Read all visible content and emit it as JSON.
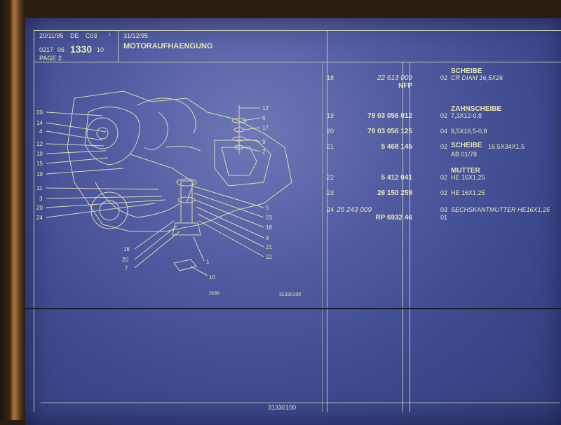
{
  "header": {
    "date1": "20/11/95",
    "lang": "DE",
    "code": "C03",
    "arrow": "↑",
    "ref": "0217",
    "ref2": "06",
    "group": "1330",
    "sub": "10",
    "page": "PAGE 2",
    "date2": "31/12/95",
    "title": "MOTORAUFHAENGUNG"
  },
  "diagram": {
    "left_callouts": [
      "20",
      "14",
      "4",
      "12",
      "19",
      "15",
      "19",
      "11",
      "3",
      "20",
      "24"
    ],
    "right_callouts": [
      "12",
      "6",
      "17",
      "9",
      "2"
    ],
    "lower_right_callouts": [
      "5",
      "23",
      "18",
      "8",
      "21",
      "22"
    ],
    "bottom_callouts": [
      "16",
      "20",
      "7",
      "1",
      "10"
    ],
    "stamp_small": "28/96",
    "stamp_code": "31330100"
  },
  "parts": [
    {
      "num": "18",
      "part": "22 613 009",
      "sub": "NFP",
      "qty": "02",
      "name": "SCHEIBE",
      "spec": "CR DIAM 16,5X26",
      "italic": true
    },
    {
      "num": "19",
      "part": "79 03 056 012",
      "qty": "02",
      "name": "ZAHNSCHEIBE",
      "spec": "7,3X12-0,8"
    },
    {
      "num": "20",
      "part": "79 03 056 125",
      "qty": "04",
      "spec": "9,5X16,5-0,8"
    },
    {
      "num": "21",
      "part": "5 468 145",
      "qty": "02",
      "name": "SCHEIBE",
      "spec": "16,5X34X1,5",
      "spec2": "AB 01/78"
    },
    {
      "num": "22",
      "part": "5 412 041",
      "qty": "02",
      "name": "MUTTER",
      "spec": "HE 16X1,25"
    },
    {
      "num": "23",
      "part": "26 150 259",
      "qty": "02",
      "spec": "HE 16X1,25"
    },
    {
      "num": "24",
      "part": "25 243 009",
      "sub": "RP 6932 46",
      "qty": "03",
      "subqty": "01",
      "spec": "SECHSKANTMUTTER HE16X1,25",
      "italic": true
    }
  ],
  "footer": {
    "code": "31330100"
  },
  "colors": {
    "screen": "#505aa0",
    "text": "#e8e6b0"
  }
}
